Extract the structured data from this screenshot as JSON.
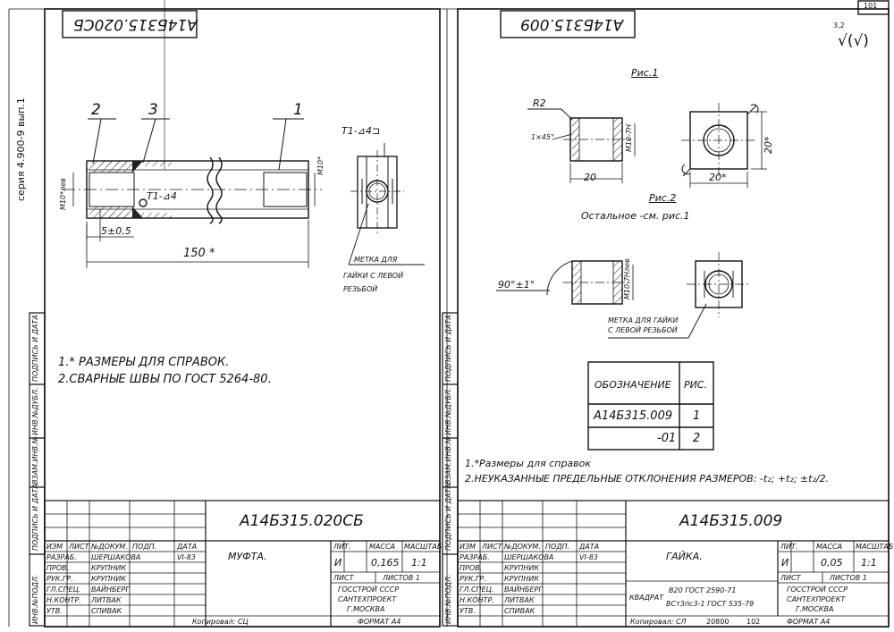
{
  "page_no": "101",
  "series": "серия 4.900-9 вып.1",
  "left": {
    "stamp": "А14Б315.020СБ",
    "pos1": "1",
    "pos2": "2",
    "pos3": "3",
    "thread_left": "М10*лев",
    "thread_right": "М10*",
    "weld_mark": "Т1-⊿4",
    "weld_mark2": "Т1-⊿4⊐",
    "dim_5": "5±0,5",
    "dim_150": "150 *",
    "mark_note": [
      "МЕТКА ДЛЯ",
      "ГАЙКИ С ЛЕВОЙ",
      "РЕЗЬБОЙ"
    ],
    "notes": [
      "1.* РАЗМЕРЫ ДЛЯ СПРАВОК.",
      "2.СВАРНЫЕ ШВЫ ПО ГОСТ 5264-80."
    ],
    "title": {
      "code": "А14Б315.020СБ",
      "name": "МУФТА.",
      "lit_h": "ЛИТ.",
      "mass_h": "МАССА",
      "scale_h": "МАСШТАБ",
      "lit": "И",
      "mass": "0,165",
      "scale": "1:1",
      "sheet_h": "ЛИСТ",
      "sheets_h": "ЛИСТОВ 1",
      "org": [
        "ГОССТРОЙ СССР",
        "САНТЕХПРОЕКТ",
        "Г.МОСКВА"
      ],
      "hdr": [
        "ИЗМ",
        "ЛИСТ",
        "№ДОКУМ.",
        "ПОДП.",
        "ДАТА"
      ],
      "rows": [
        [
          "РАЗРАБ.",
          "ШЕРШАКОВА",
          "",
          "VI-83"
        ],
        [
          "ПРОВ.",
          "КРУПНИК",
          "",
          ""
        ],
        [
          "РУК.ГР.",
          "КРУПНИК",
          "",
          ""
        ],
        [
          "ГЛ.СПЕЦ.",
          "ВАЙНБЕРГ",
          "",
          ""
        ],
        [
          "Н.КОНТР.",
          "ЛИТВАК",
          "",
          ""
        ],
        [
          "УТВ.",
          "СПИВАК",
          "",
          ""
        ]
      ],
      "copied": "Копировал: СЦ",
      "format": "ФОРМАТ А4"
    }
  },
  "right": {
    "stamp": "А14Б315.009",
    "roughness": "3,2",
    "roughness_sym": "√(√)",
    "fig1": "Рис.1",
    "fig2": "Рис.2",
    "rest": "Остальное -см. рис.1",
    "r2": "R2",
    "chamfer": "1×45°",
    "thread": "М10-7Н",
    "thread_left": "М10-7Нлев",
    "d20": "20",
    "d20s": "20*",
    "d20sv": "20*",
    "angle": "90°±1°",
    "mark_note": [
      "МЕТКА ДЛЯ ГАЙКИ",
      "С ЛЕВОЙ РЕЗЬБОЙ"
    ],
    "table": {
      "h1": "ОБОЗНАЧЕНИЕ",
      "h2": "РИС.",
      "r1c1": "А14Б315.009",
      "r1c2": "1",
      "r2c1": "-01",
      "r2c2": "2"
    },
    "notes": [
      "1.*Размеры для справок",
      "2.НЕУКАЗАННЫЕ ПРЕДЕЛЬНЫЕ ОТКЛОНЕНИЯ РАЗМЕРОВ: -t₂; +t₂; ±t₂/2."
    ],
    "title": {
      "code": "А14Б315.009",
      "name": "ГАЙКА.",
      "lit_h": "ЛИТ.",
      "mass_h": "МАССА",
      "scale_h": "МАСШТАБ",
      "lit": "И",
      "mass": "0,05",
      "scale": "1:1",
      "sheet_h": "ЛИСТ",
      "sheets_h": "ЛИСТОВ 1",
      "org": [
        "ГОССТРОЙ СССР",
        "САНТЕХПРОЕКТ",
        "Г.МОСКВА"
      ],
      "material_a": "КВАДРАТ",
      "material_b": "В20 ГОСТ 2590-71",
      "material_c": "ВСт3пс3-1 ГОСТ 535-79",
      "hdr": [
        "ИЗМ",
        "ЛИСТ",
        "№ДОКУМ.",
        "ПОДП.",
        "ДАТА"
      ],
      "rows": [
        [
          "РАЗРАБ.",
          "ШЕРШАКОВА",
          "",
          "VI-83"
        ],
        [
          "ПРОВ.",
          "КРУПНИК",
          "",
          ""
        ],
        [
          "РУК.ГР.",
          "КРУПНИК",
          "",
          ""
        ],
        [
          "ГЛ.СПЕЦ.",
          "ВАЙНБЕРГ",
          "",
          ""
        ],
        [
          "Н.КОНТР.",
          "ЛИТВАК",
          "",
          ""
        ],
        [
          "УТВ.",
          "СПИВАК",
          "",
          ""
        ]
      ],
      "copied": "Копировал: СЛ",
      "inv": "20800",
      "page": "102",
      "format": "ФОРМАТ А4"
    }
  },
  "side_labels": [
    "ИНВ.№ПОДЛ.",
    "ПОДПИСЬ И ДАТА",
    "ВЗАМ.ИНВ.№",
    "ИНВ.№ДУБЛ.",
    "ПОДПИСЬ И ДАТА"
  ]
}
